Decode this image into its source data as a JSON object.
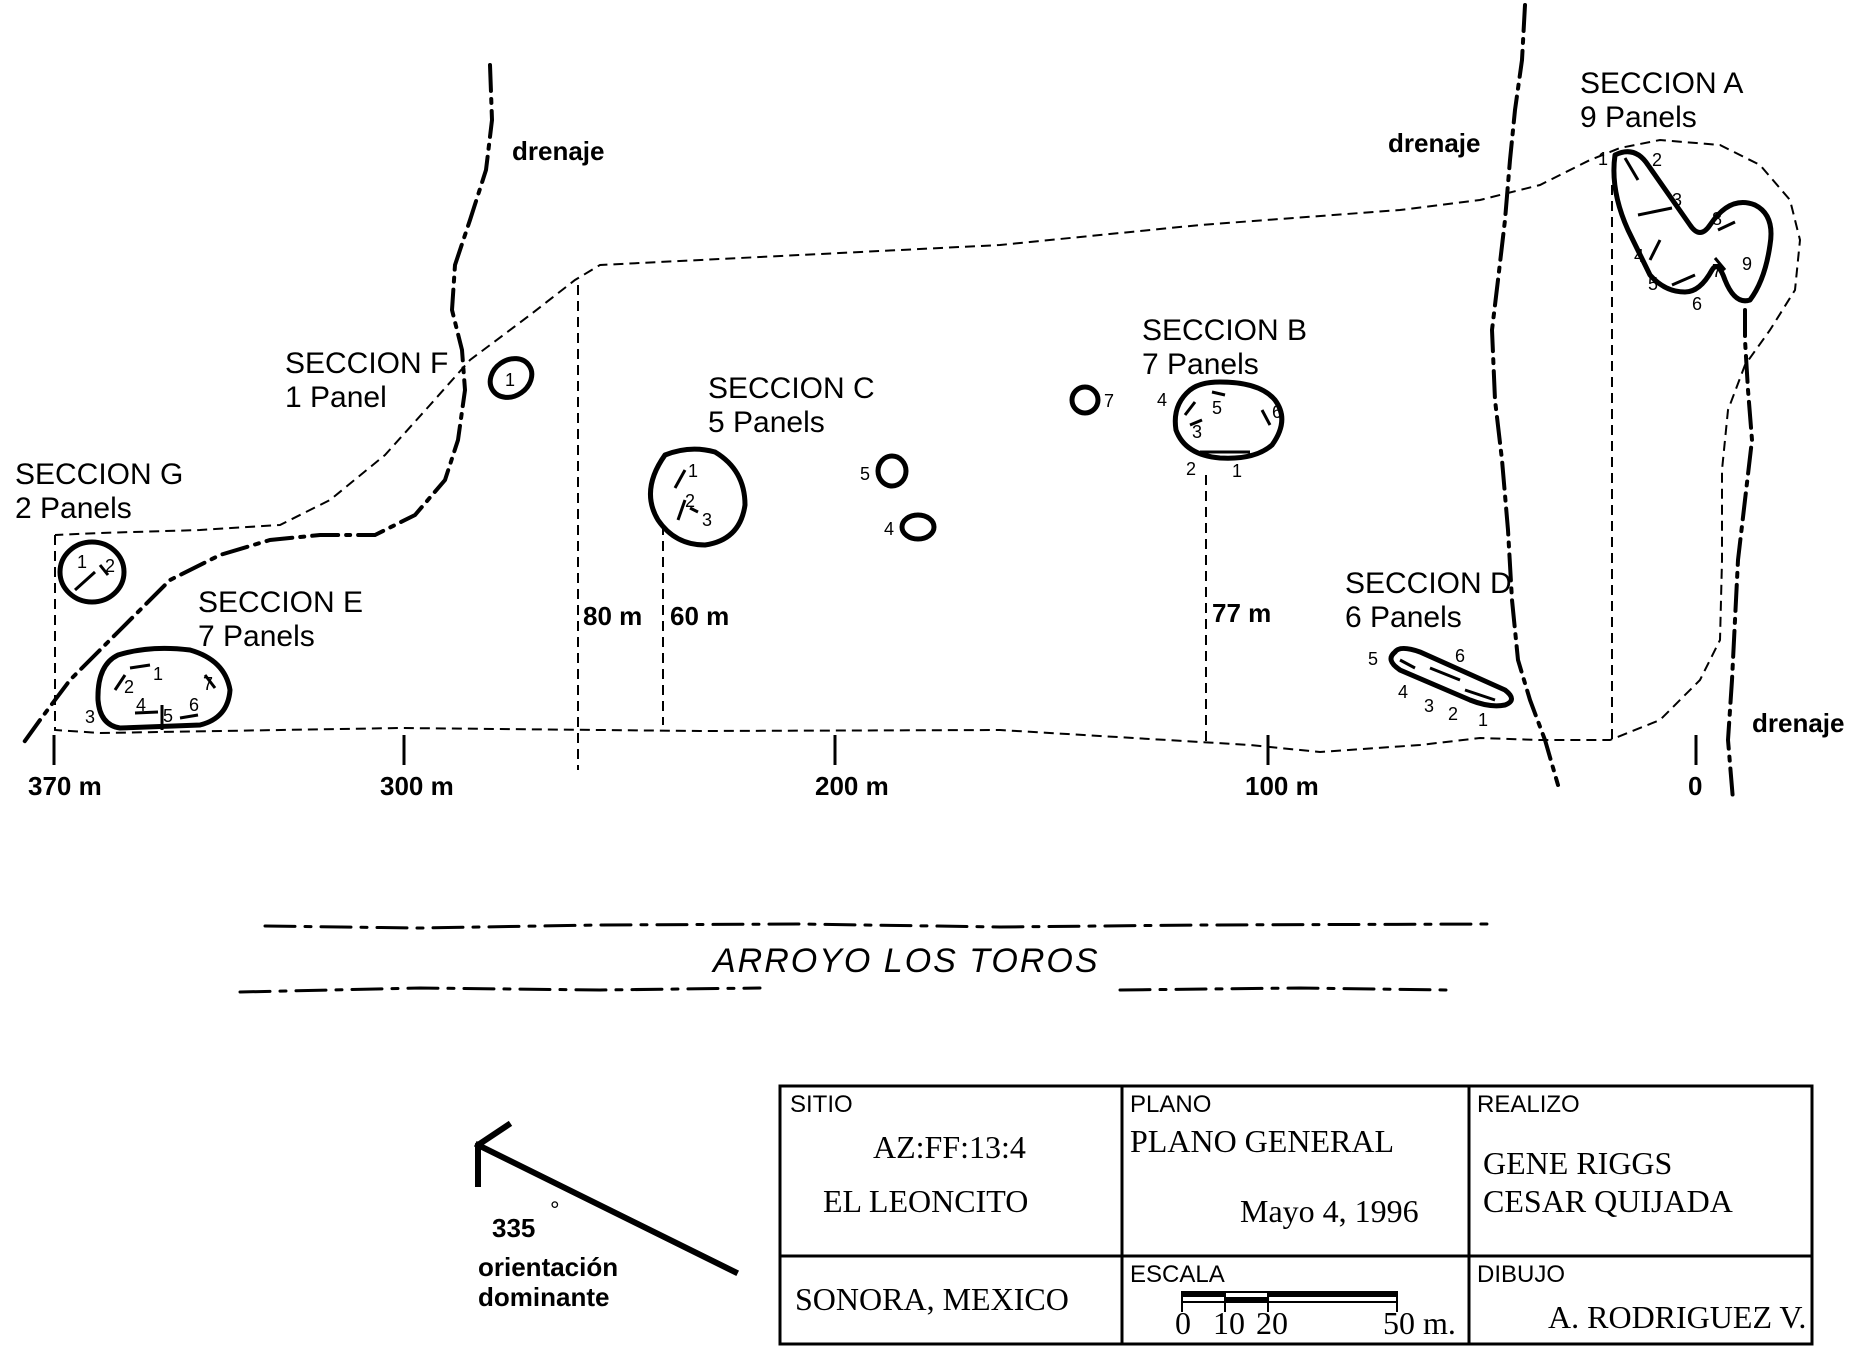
{
  "sections": [
    {
      "name": "SECCION A",
      "panels": "9 Panels",
      "panel_numbers": [
        "1",
        "2",
        "3",
        "4",
        "5",
        "6",
        "7",
        "8",
        "9"
      ]
    },
    {
      "name": "SECCION B",
      "panels": "7 Panels",
      "panel_numbers": [
        "1",
        "2",
        "3",
        "4",
        "5",
        "6",
        "7"
      ]
    },
    {
      "name": "SECCION C",
      "panels": "5 Panels",
      "panel_numbers": [
        "1",
        "2",
        "3",
        "4",
        "5"
      ]
    },
    {
      "name": "SECCION D",
      "panels": "6 Panels",
      "panel_numbers": [
        "1",
        "2",
        "3",
        "4",
        "5",
        "6"
      ]
    },
    {
      "name": "SECCION E",
      "panels": "7 Panels",
      "panel_numbers": [
        "1",
        "2",
        "3",
        "4",
        "5",
        "6",
        "7"
      ]
    },
    {
      "name": "SECCION F",
      "panels": "1 Panel",
      "panel_numbers": [
        "1"
      ]
    },
    {
      "name": "SECCION G",
      "panels": "2 Panels",
      "panel_numbers": [
        "1",
        "2"
      ]
    }
  ],
  "drainage_label": "drenaje",
  "distances": [
    "80 m",
    "60 m",
    "77 m"
  ],
  "axis_ticks": [
    "370 m",
    "300 m",
    "200 m",
    "100 m",
    "0"
  ],
  "arroyo": "ARROYO  LOS  TOROS",
  "orientation": {
    "degrees": "335",
    "degree_sign": "°",
    "line1": "orientación",
    "line2": "dominante"
  },
  "title_block": {
    "sitio_label": "SITIO",
    "site_code": "AZ:FF:13:4",
    "site_name": "EL LEONCITO",
    "location": "SONORA, MEXICO",
    "plano_label": "PLANO",
    "plano_value": "PLANO GENERAL",
    "date": "Mayo 4, 1996",
    "escala_label": "ESCALA",
    "scale_ticks": [
      "0",
      "10",
      "20",
      "50 m."
    ],
    "realizo_label": "REALIZO",
    "realizo_1": "GENE RIGGS",
    "realizo_2": "CESAR QUIJADA",
    "dibujo_label": "DIBUJO",
    "dibujo_value": "A. RODRIGUEZ V."
  }
}
